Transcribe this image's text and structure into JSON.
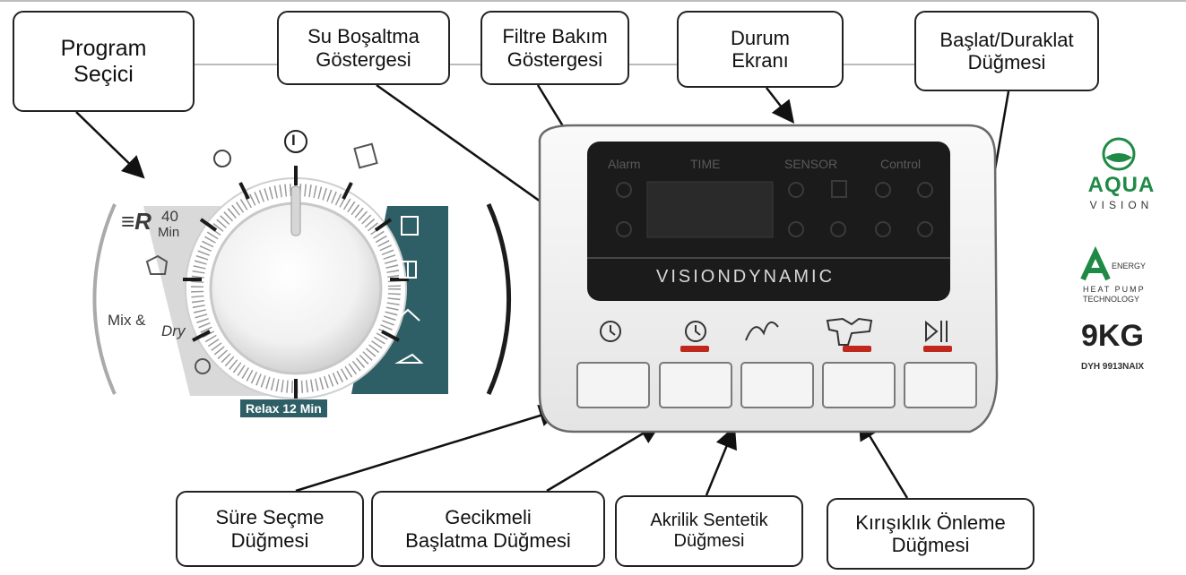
{
  "callouts": {
    "program_secici": [
      "Program",
      "Seçici"
    ],
    "su_bosaltma": [
      "Su Boşaltma",
      "Göstergesi"
    ],
    "filtre_bakim": [
      "Filtre Bakım",
      "Göstergesi"
    ],
    "durum_ekrani": [
      "Durum",
      "Ekranı"
    ],
    "baslat_duraklat": [
      "Başlat/Duraklat",
      "Düğmesi"
    ],
    "sure_secme": [
      "Süre Seçme",
      "Düğmesi"
    ],
    "gecikmeli": [
      "Gecikmeli",
      "Başlatma Düğmesi"
    ],
    "akrilik": [
      "Akrilik Sentetik",
      "Düğmesi"
    ],
    "kirisiklik": [
      "Kırışıklık Önleme",
      "Düğmesi"
    ]
  },
  "dial": {
    "label_40": "40",
    "label_min": "Min",
    "label_er": "≡R",
    "label_mix": "Mix &",
    "label_dry": "Dry",
    "relax": "Relax 12 Min",
    "power_symbol": "I"
  },
  "display": {
    "alarm": "Alarm",
    "time": "TIME",
    "sensor": "SENSOR",
    "control": "Control",
    "brand": "VISIONDYNAMIC"
  },
  "branding": {
    "aqua": "AQUA",
    "vision": "VISION",
    "energy": "ENERGY",
    "heat_pump": "HEAT PUMP",
    "technology": "TECHNOLOGY",
    "capacity": "9KG",
    "model": "DYH 9913NAIX"
  },
  "colors": {
    "teal": "#2f5f66",
    "indicator_red": "#c0271d",
    "display_bg": "#1b1b1b",
    "aqua_green": "#1f8a45"
  }
}
